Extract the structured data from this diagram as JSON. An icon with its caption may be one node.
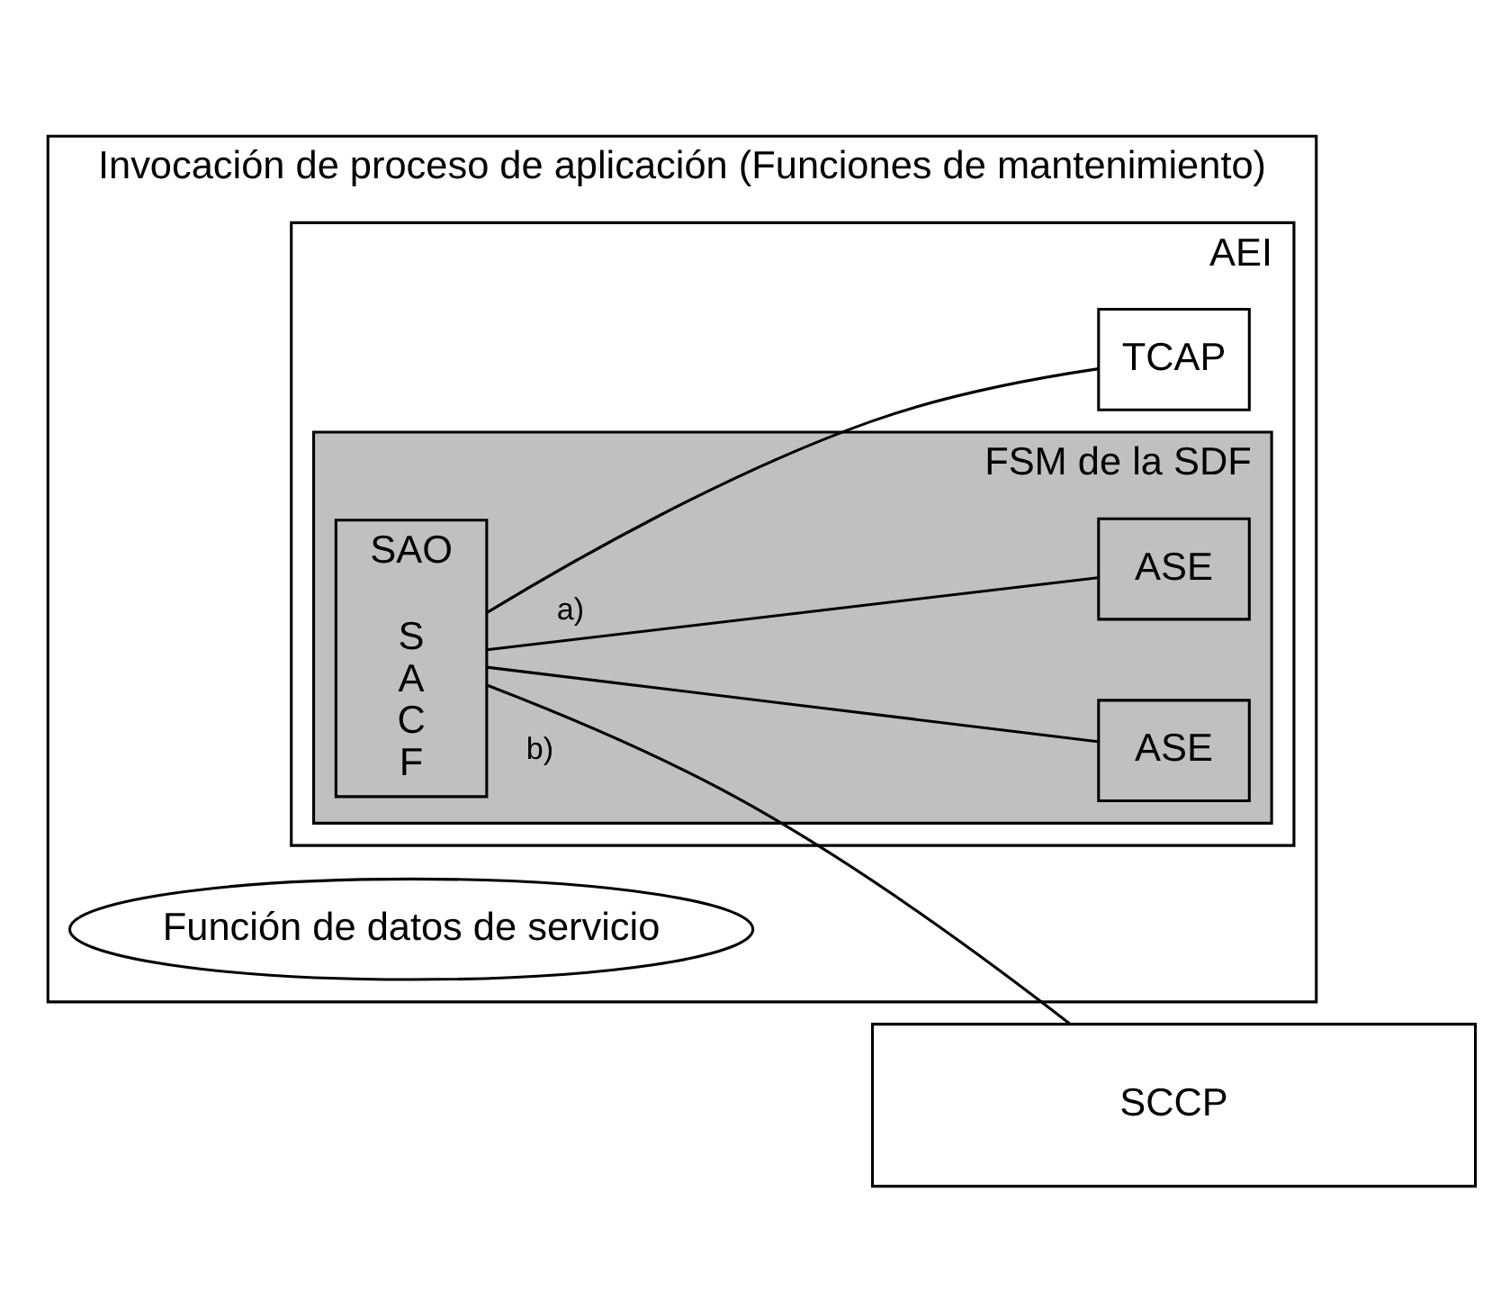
{
  "diagram": {
    "nodes": [
      {
        "text": [
          "Invocación de proceso de aplicación (Funciones de mantenimiento)"
        ]
      },
      {
        "text": [
          "Función de datos de servicio"
        ],
        "in": 0
      },
      {
        "text": [
          "AEI"
        ],
        "in": 0
      },
      {
        "text": [
          "FSM de la SDF"
        ],
        "in": 2
      },
      {
        "text": [
          "SAO",
          "S A C F"
        ],
        "in": 3
      },
      {
        "text": [
          "ASE"
        ],
        "in": 3
      },
      {
        "text": [
          "ASE"
        ],
        "in": 3
      },
      {
        "text": [
          "TCAP"
        ],
        "in": 2
      },
      {
        "text": [
          "SCCP"
        ]
      }
    ],
    "edges": [
      {
        "from": 4,
        "to": 5,
        "arrow": "none"
      },
      {
        "from": 4,
        "to": 6,
        "arrow": "none"
      },
      {
        "from": 4,
        "to": 7,
        "arrow": "none",
        "label": "a)"
      },
      {
        "from": 4,
        "to": 8,
        "arrow": "none",
        "label": "b)"
      }
    ]
  }
}
